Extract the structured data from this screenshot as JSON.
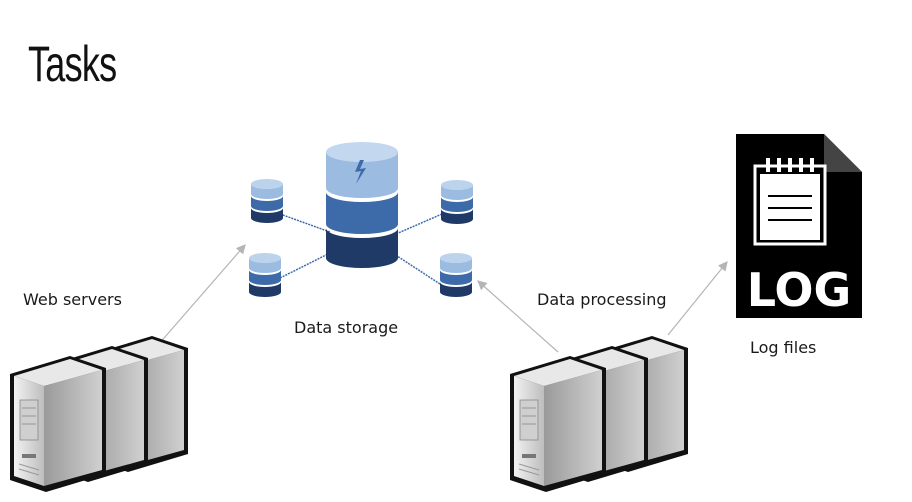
{
  "slide": {
    "title": "Tasks"
  },
  "labels": {
    "web_servers": "Web servers",
    "data_storage": "Data storage",
    "data_processing": "Data processing",
    "log_files": "Log files"
  },
  "log_icon": {
    "text": "LOG"
  },
  "colors": {
    "db_light": "#9cbbe0",
    "db_mid": "#3d6aa8",
    "db_dark": "#1f3a66",
    "server_body": "#d9d9d9",
    "arrow": "#b5b5b5",
    "log_black": "#000000"
  }
}
